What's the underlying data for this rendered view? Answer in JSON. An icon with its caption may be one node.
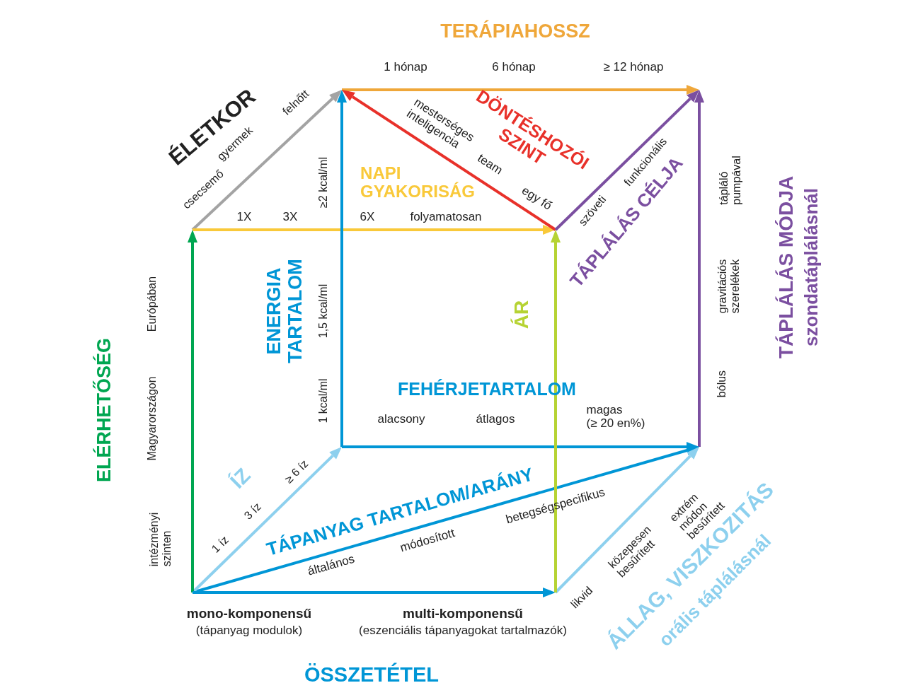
{
  "diagram": {
    "labels": [
      "TERÁPIAHOSSZ",
      "1 hónap",
      "6 hónap",
      "≥ 12 hónap",
      "ÉLETKOR",
      "csecsemő",
      "gyermek",
      "felnőtt",
      "mesterséges inteligencia",
      "team",
      "egy fő",
      "DÖNTÉSHOZÓI SZINT",
      "≥2 kcal/ml",
      "NAPI GYAKORISÁG",
      "1X",
      "3X",
      "6X",
      "folyamatosan",
      "szöveti",
      "funkcionális",
      "TÁPLÁLÁS CÉLJA",
      "tápláló pumpával",
      "TÁPLÁLÁS MÓDJA",
      "szondatáplálásnál",
      "Európában",
      "ENERGIA TARTALOM",
      "1,5 kcal/ml",
      "ÁR",
      "gravitációs szerelékek",
      "ELÉRHETŐSÉG",
      "Magyarországon",
      "FEHÉRJETARTALOM",
      "bólus",
      "1 kcal/ml",
      "alacsony",
      "átlagos",
      "magas (≥ 20 en%)",
      "intézményi szinten",
      "ÍZ",
      "≥ 6 íz",
      "TÁPANYAG TARTALOM/ARÁNY",
      "betegségspecifikus",
      "extrém módon besűrített",
      "3 íz",
      "1 íz",
      "módosított",
      "közepesen besűrített",
      "ÁLLAG, VISZKOZITÁS",
      "orális táplálásnál",
      "általános",
      "likvid",
      "mono-komponensű",
      "(tápanyag modulok)",
      "multi-komponensű",
      "(eszenciális tápanyagokat tartalmazók)",
      "ÖSSZETÉTEL"
    ]
  }
}
